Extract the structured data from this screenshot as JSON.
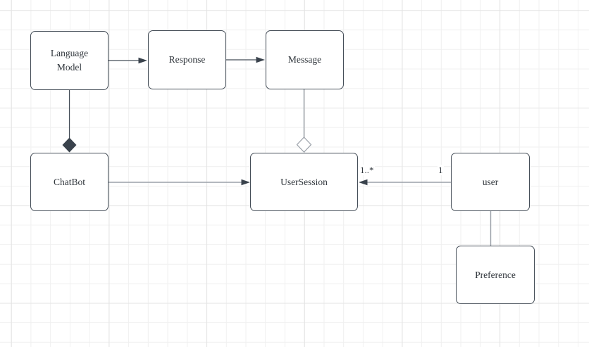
{
  "diagram": {
    "type": "uml-class-diagram",
    "nodes": [
      {
        "id": "language-model",
        "label": "Language Model"
      },
      {
        "id": "response",
        "label": "Response"
      },
      {
        "id": "message",
        "label": "Message"
      },
      {
        "id": "chatbot",
        "label": "ChatBot"
      },
      {
        "id": "user-session",
        "label": "UserSession"
      },
      {
        "id": "user",
        "label": "user"
      },
      {
        "id": "preference",
        "label": "Preference"
      }
    ],
    "edges": [
      {
        "from": "language-model",
        "to": "response",
        "type": "directed-arrow"
      },
      {
        "from": "response",
        "to": "message",
        "type": "directed-arrow"
      },
      {
        "from": "language-model",
        "to": "chatbot",
        "type": "composition-filled-diamond"
      },
      {
        "from": "message",
        "to": "user-session",
        "type": "aggregation-hollow-diamond"
      },
      {
        "from": "chatbot",
        "to": "user-session",
        "type": "directed-arrow"
      },
      {
        "from": "user",
        "to": "user-session",
        "type": "directed-arrow",
        "source_multiplicity": "1",
        "target_multiplicity": "1..*"
      },
      {
        "from": "user",
        "to": "preference",
        "type": "plain-line"
      }
    ],
    "colors": {
      "node_fill": "#ffffff",
      "node_border": "#454e58",
      "stroke_dark": "#454e58",
      "stroke_gray": "#9aa0a8",
      "arrowhead_fill": "#39424c",
      "diamond_filled": "#39424c",
      "diamond_hollow_fill": "#ffffff",
      "text": "#2f353b",
      "grid_minor": "#f0f0f0",
      "grid_major": "#e3e3e3",
      "canvas_bg": "#ffffff"
    }
  }
}
